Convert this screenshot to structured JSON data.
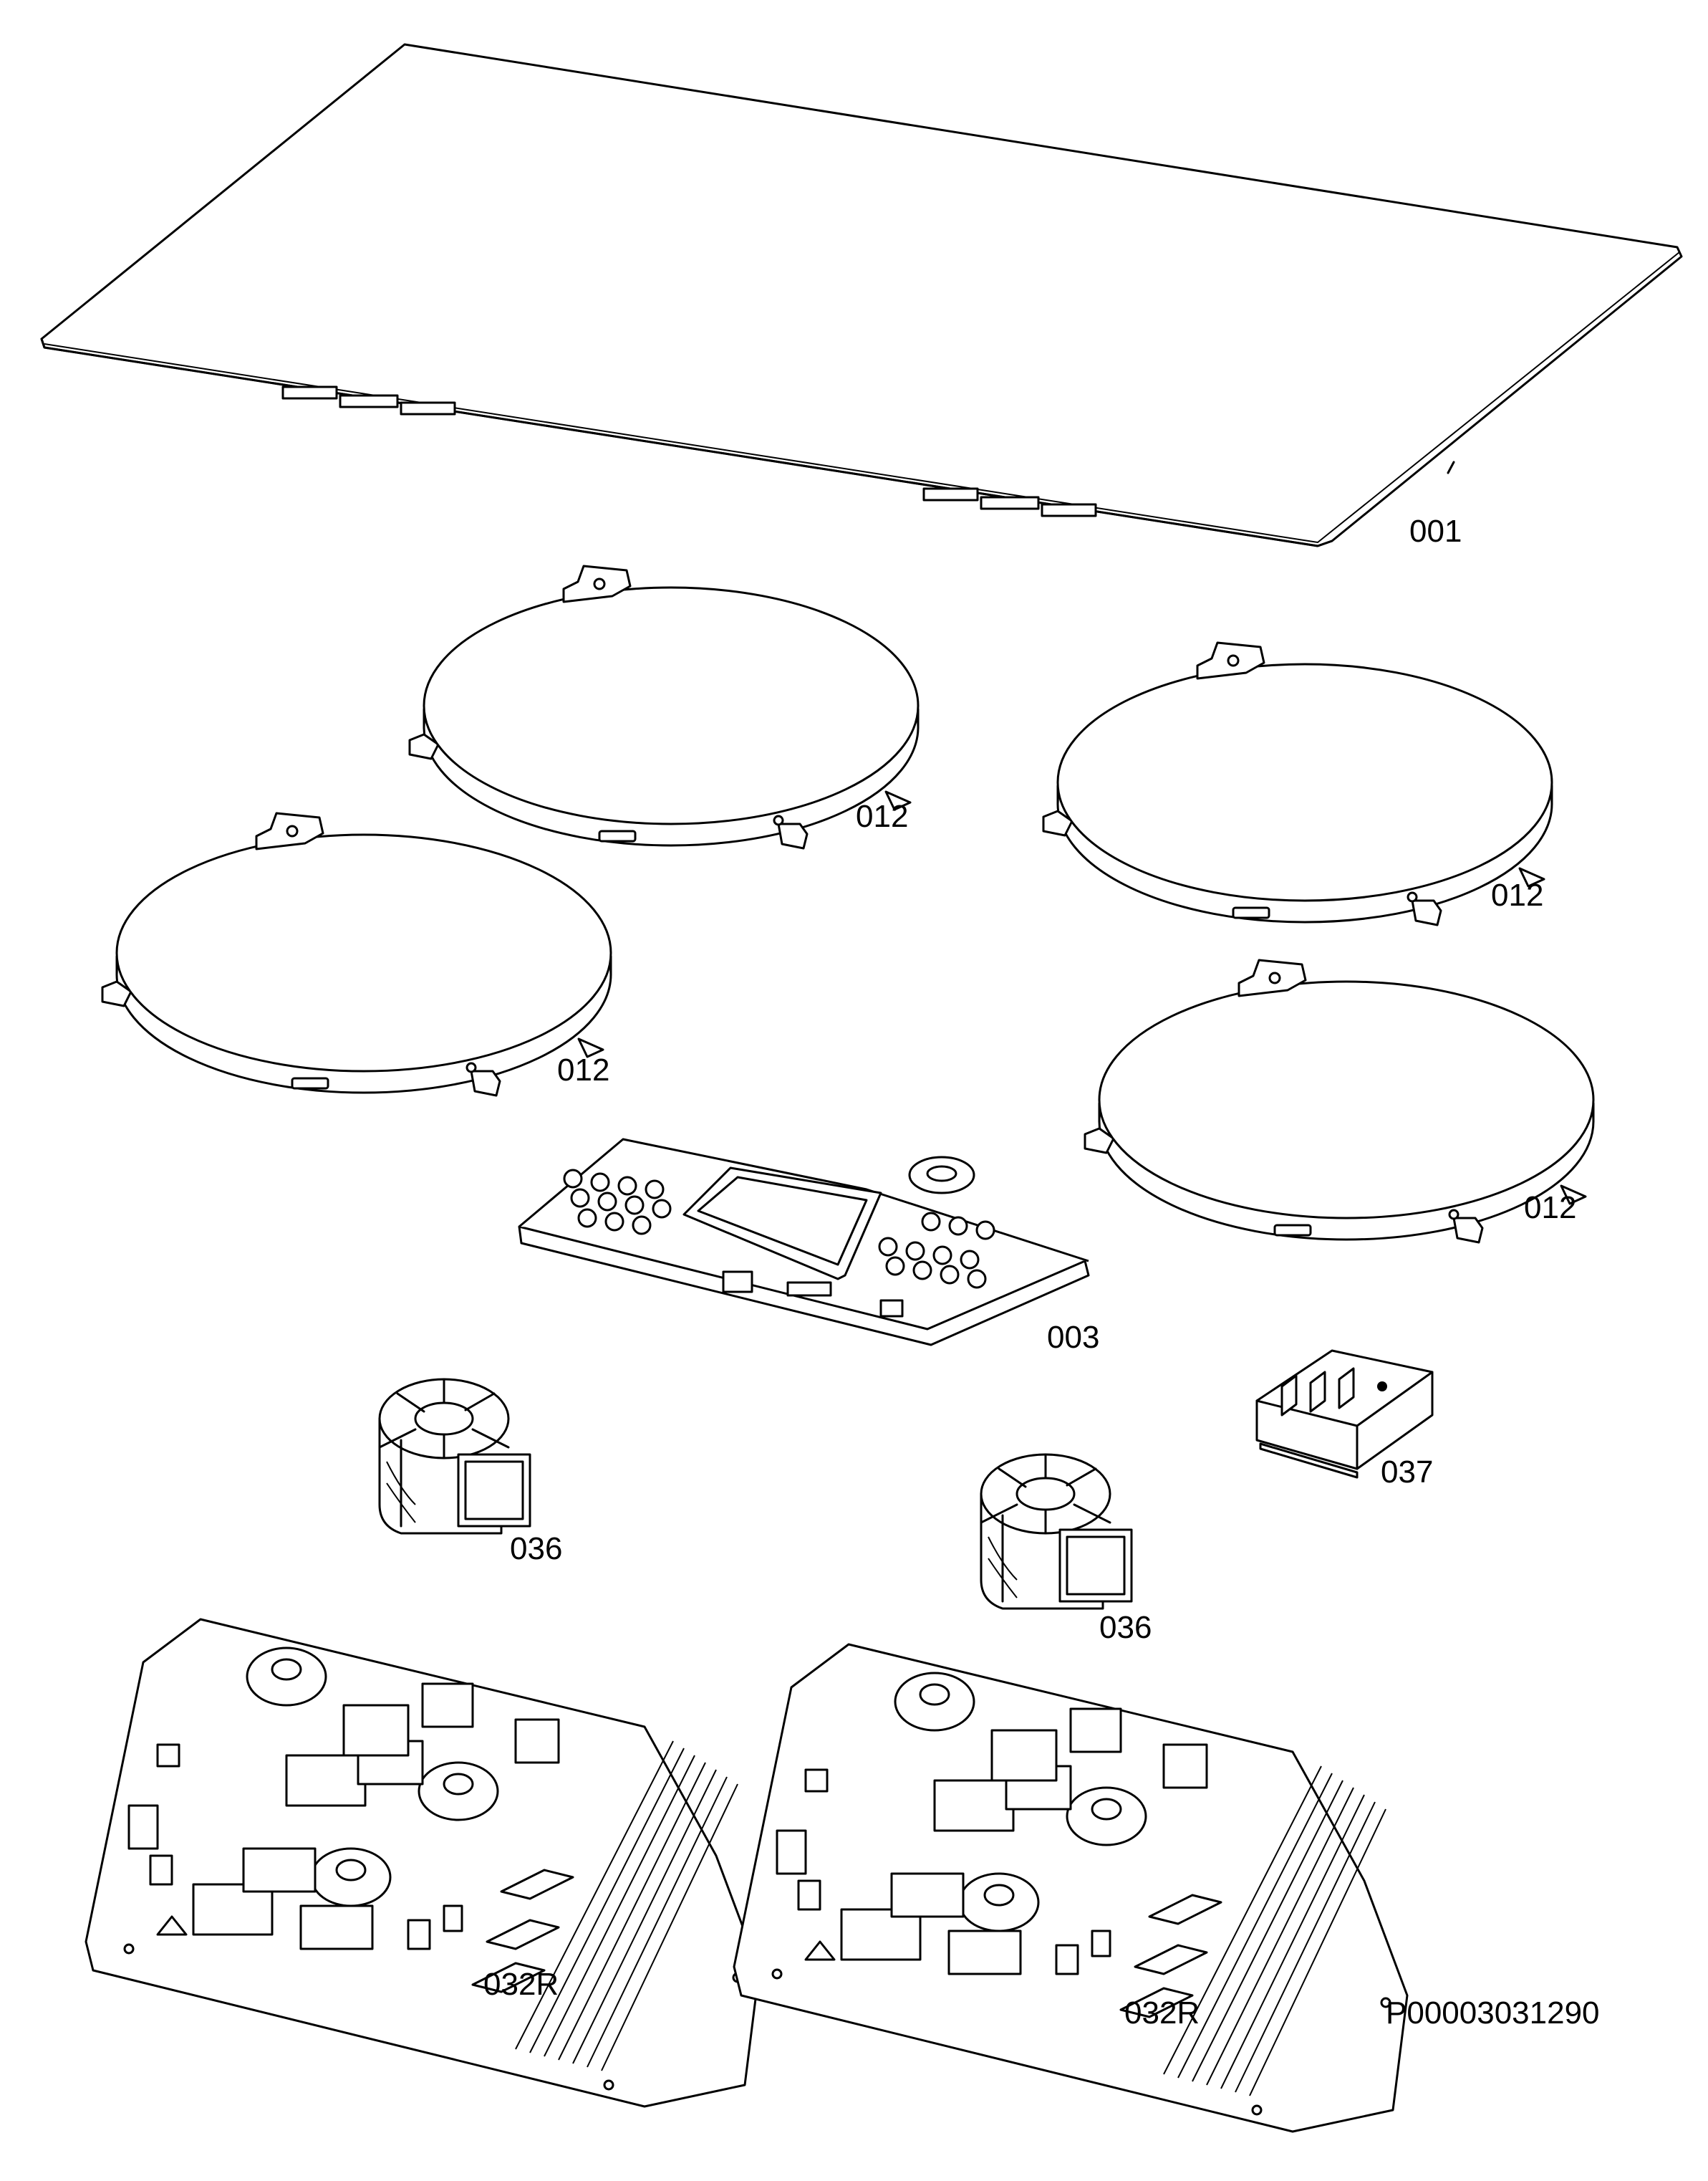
{
  "diagram": {
    "parts": [
      {
        "id": "glass-top",
        "label": "001"
      },
      {
        "id": "coil-top-left",
        "label": "012"
      },
      {
        "id": "coil-top-right",
        "label": "012"
      },
      {
        "id": "coil-mid-left",
        "label": "012"
      },
      {
        "id": "coil-mid-right",
        "label": "012"
      },
      {
        "id": "control-board",
        "label": "003"
      },
      {
        "id": "fan-left",
        "label": "036"
      },
      {
        "id": "fan-right",
        "label": "036"
      },
      {
        "id": "terminal-block",
        "label": "037"
      },
      {
        "id": "power-board-left",
        "label": "032R"
      },
      {
        "id": "power-board-right",
        "label": "032R"
      }
    ],
    "drawing_number": "P00003031290"
  }
}
